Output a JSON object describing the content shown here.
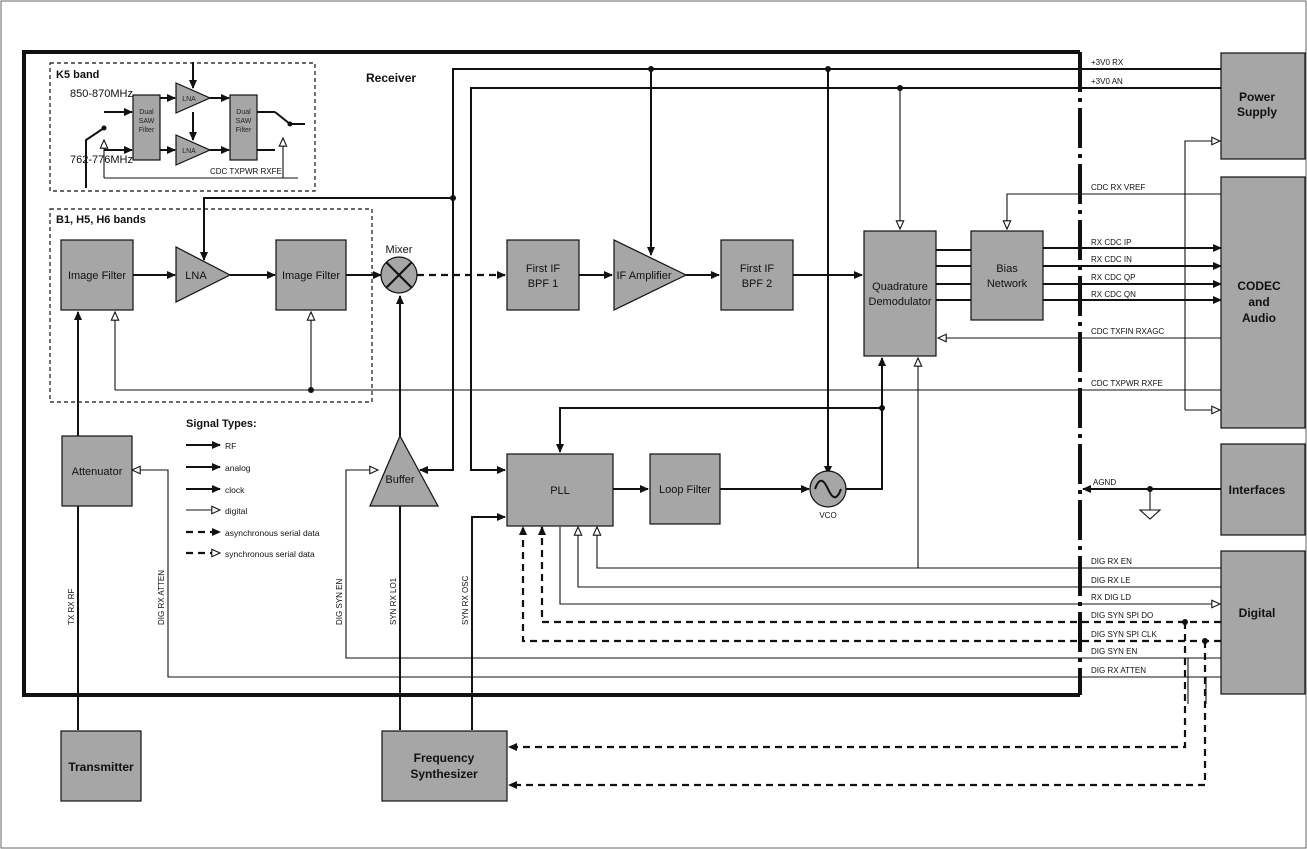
{
  "receiver": {
    "title": "Receiver"
  },
  "k5": {
    "title": "K5 band",
    "freq_high": "850-870MHz",
    "freq_low": "762-776MHz",
    "saw1": [
      "Dual",
      "SAW",
      "Filter"
    ],
    "saw2": [
      "Dual",
      "SAW",
      "Filter"
    ],
    "lna": "LNA",
    "control": "CDC TXPWR RXFE"
  },
  "bands": {
    "title": "B1, H5, H6 bands"
  },
  "blocks": {
    "image_filter_1": "Image Filter",
    "lna": "LNA",
    "image_filter_2": "Image Filter",
    "mixer": "Mixer",
    "first_if_bpf1": [
      "First IF",
      "BPF 1"
    ],
    "if_amplifier": "IF Amplifier",
    "first_if_bpf2": [
      "First IF",
      "BPF 2"
    ],
    "quad_demod": [
      "Quadrature",
      "Demodulator"
    ],
    "bias_network": [
      "Bias",
      "Network"
    ],
    "attenuator": "Attenuator",
    "buffer": "Buffer",
    "pll": "PLL",
    "loop_filter": "Loop Filter",
    "vco": "VCO"
  },
  "external": {
    "power_supply": [
      "Power",
      "Supply"
    ],
    "codec": [
      "CODEC",
      "and",
      "Audio"
    ],
    "interfaces": "Interfaces",
    "digital": "Digital",
    "transmitter": "Transmitter",
    "freq_synth": [
      "Frequency",
      "Synthesizer"
    ]
  },
  "legend": {
    "title": "Signal Types:",
    "items": [
      "RF",
      "analog",
      "clock",
      "digital",
      "asynchronous serial data",
      "synchronous serial data"
    ]
  },
  "signals": {
    "plus3v0_rx": "+3V0 RX",
    "plus3v0_an": "+3V0 AN",
    "cdc_rx_vref": "CDC RX VREF",
    "rx_cdc_ip": "RX CDC IP",
    "rx_cdc_in": "RX CDC IN",
    "rx_cdc_qp": "RX CDC QP",
    "rx_cdc_qn": "RX CDC QN",
    "cdc_txfin_rxagc": "CDC TXFIN RXAGC",
    "cdc_txpwr_rxfe": "CDC TXPWR RXFE",
    "agnd": "AGND",
    "dig_rx_en": "DIG RX EN",
    "dig_rx_le": "DIG RX LE",
    "rx_dig_ld": "RX DIG LD",
    "dig_syn_spi_do": "DIG SYN SPI DO",
    "dig_syn_spi_clk": "DIG SYN SPI CLK",
    "dig_syn_en": "DIG SYN EN",
    "dig_rx_atten": "DIG RX ATTEN",
    "tx_rx_rf": "TX RX RF",
    "dig_rx_atten_v": "DIG RX ATTEN",
    "dig_syn_en_v": "DIG SYN EN",
    "syn_rx_lo1": "SYN RX LO1",
    "syn_rx_osc": "SYN RX OSC"
  }
}
